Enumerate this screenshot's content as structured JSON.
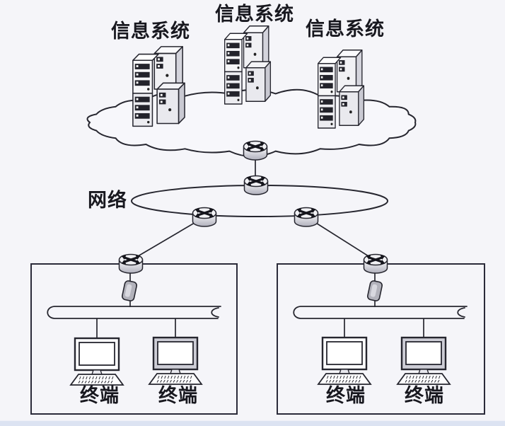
{
  "page": {
    "background_color": "#f5f5f9",
    "bottom_strip_color": "#dce3f2"
  },
  "diagram": {
    "type": "network-topology-diagram",
    "cloud": {
      "name": "information-systems-cloud"
    },
    "info_systems": [
      {
        "label": "信息系统"
      },
      {
        "label": "信息系统"
      },
      {
        "label": "信息系统"
      }
    ],
    "network": {
      "label": "网络"
    },
    "routers": {
      "count": 6,
      "icon": "router-icon"
    },
    "subnets": [
      {
        "name": "subnet-left",
        "terminals": [
          {
            "label": "终端"
          },
          {
            "label": "终端"
          }
        ]
      },
      {
        "name": "subnet-right",
        "terminals": [
          {
            "label": "终端"
          },
          {
            "label": "终端"
          }
        ]
      }
    ],
    "colors": {
      "stroke": "#26262f",
      "text": "#18181f",
      "server_face": "#f1f1f4",
      "router_body": "#b6b6c0"
    }
  }
}
